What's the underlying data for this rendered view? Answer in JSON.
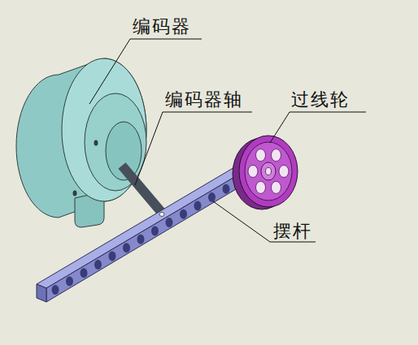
{
  "diagram": {
    "labels": [
      "编码器",
      "编码器轴",
      "过线轮",
      "摆杆"
    ]
  }
}
